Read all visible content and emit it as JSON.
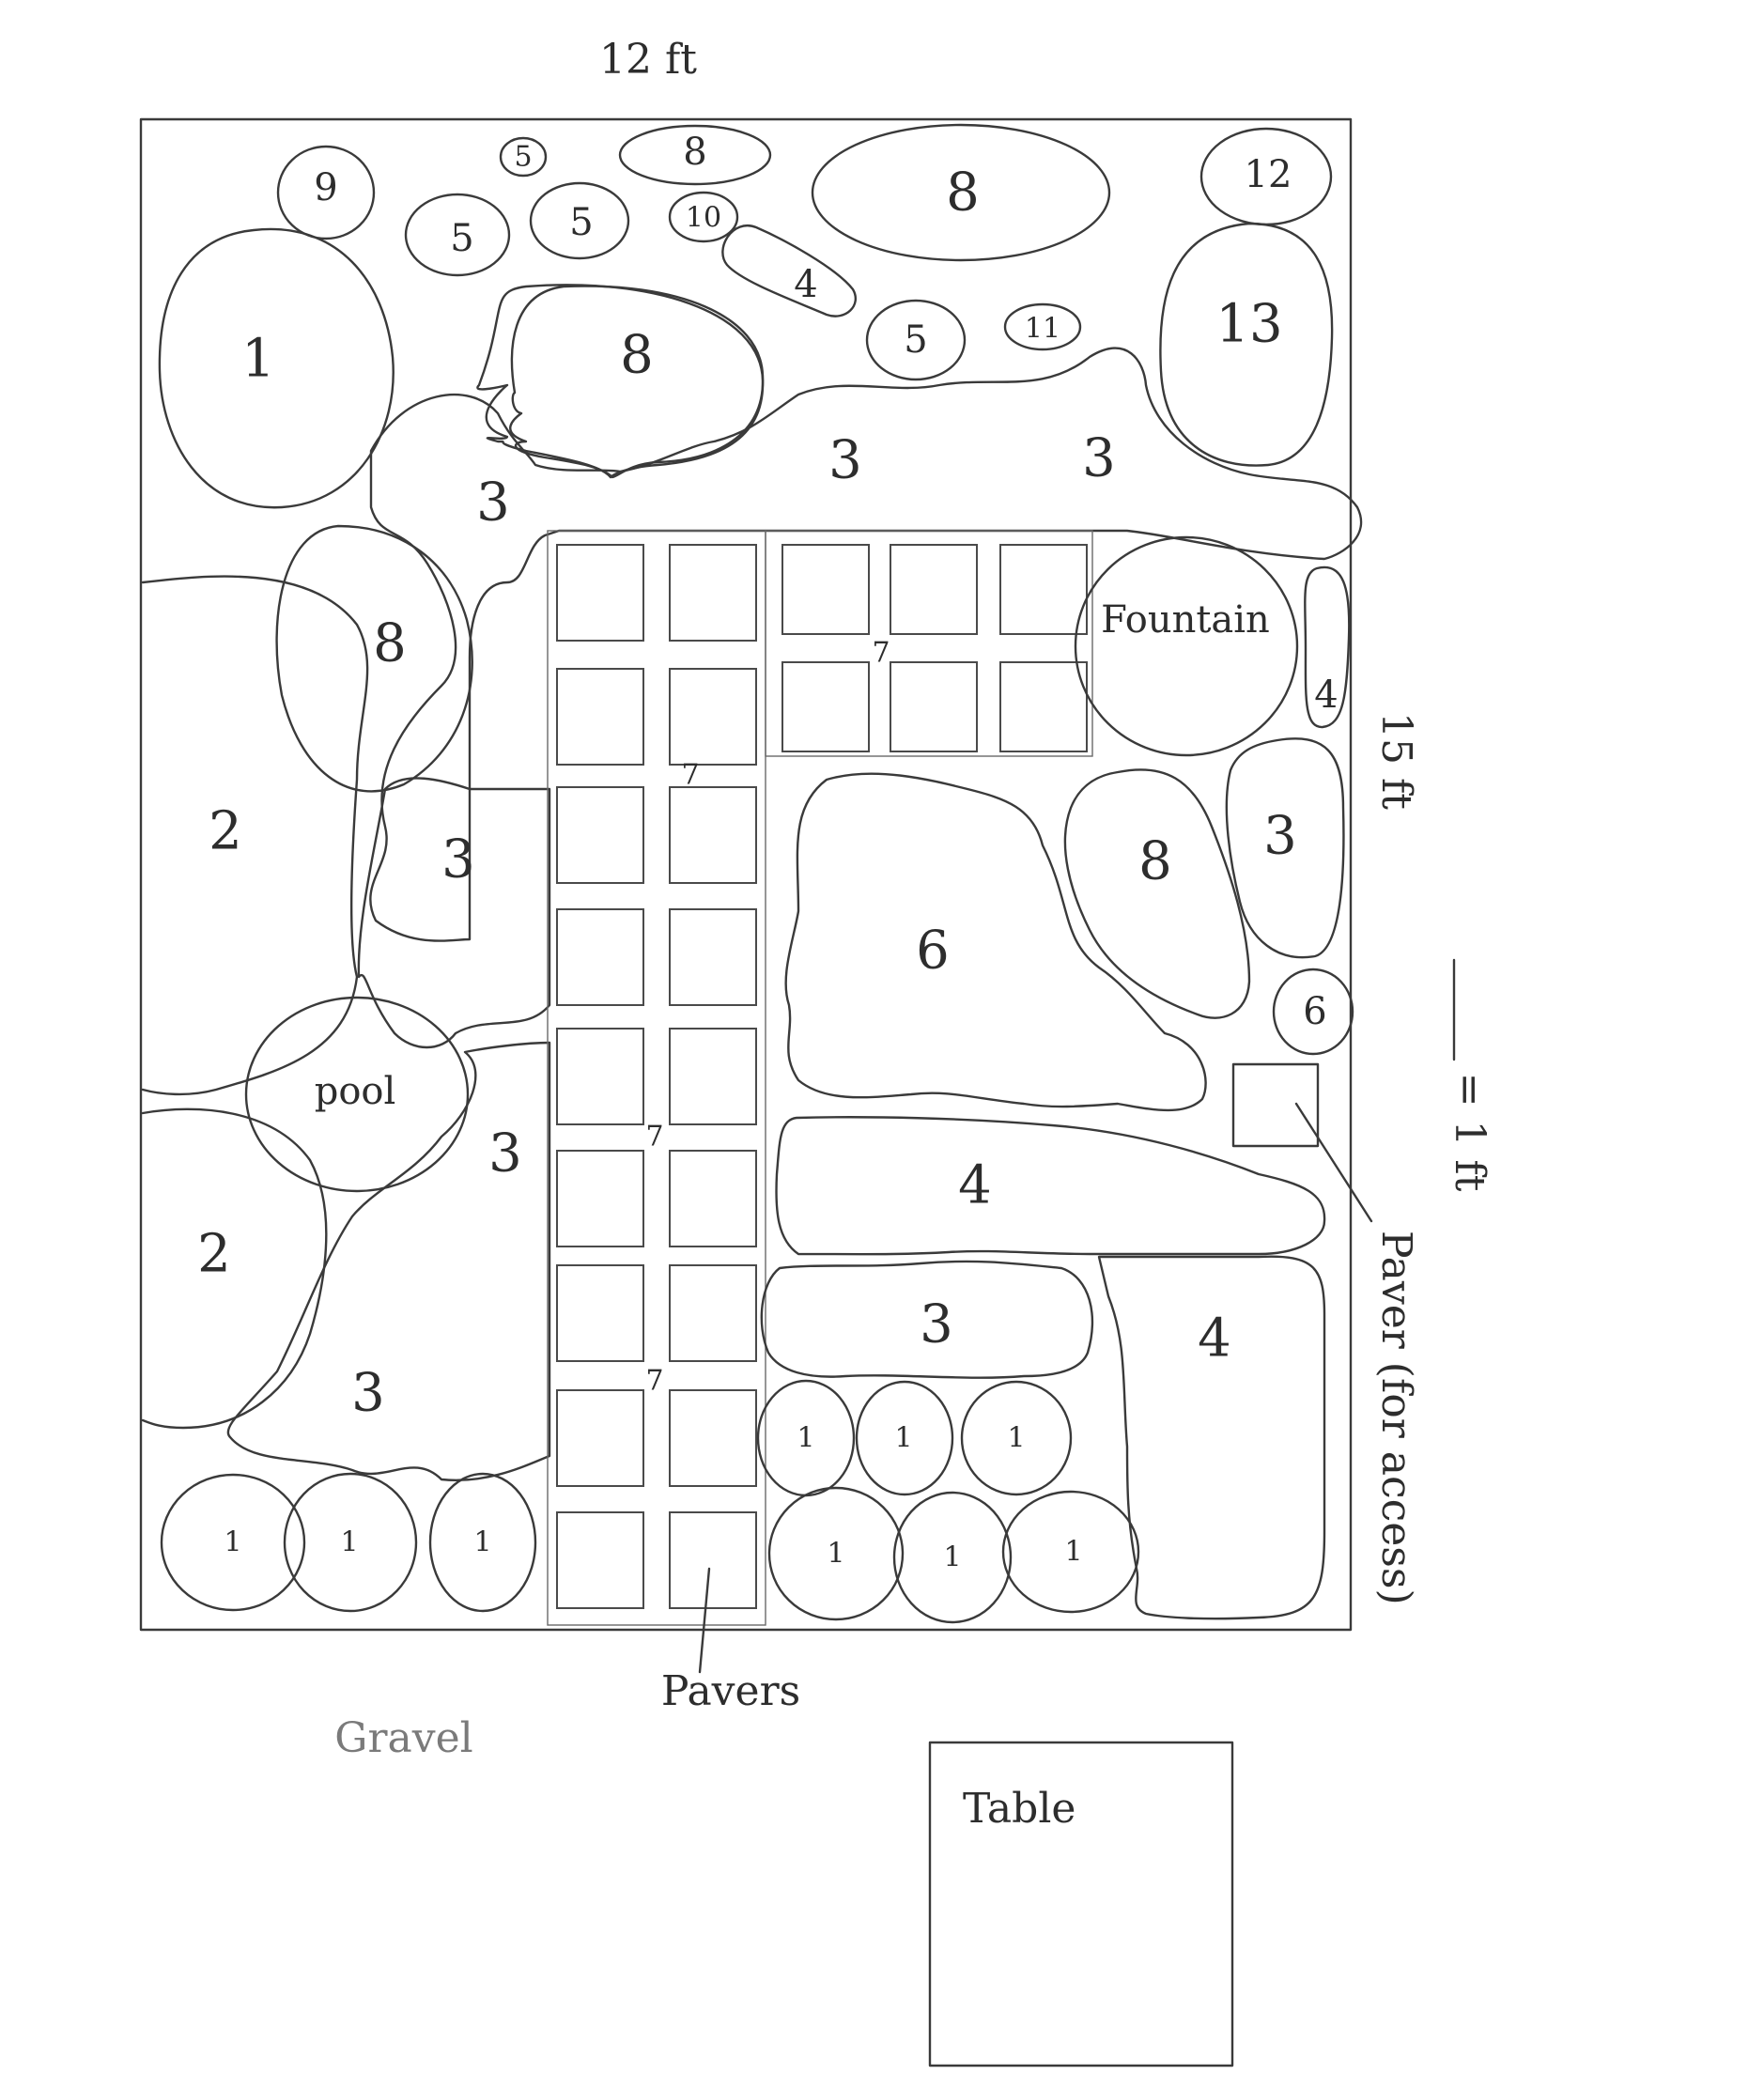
{
  "dimensions": {
    "width_label": "12 ft",
    "height_label": "15 ft",
    "scale_label": "= 1 ft"
  },
  "plants": {
    "p9": "9",
    "p5a": "5",
    "p5b": "5",
    "p5c": "5",
    "p8top": "8",
    "p10": "10",
    "p8big": "8",
    "p12": "12",
    "p1tl": "1",
    "p8mid": "8",
    "p4small": "4",
    "p5d": "5",
    "p11": "11",
    "p13": "13",
    "p3a": "3",
    "p3b": "3",
    "p3c": "3",
    "p8left": "8",
    "p2a": "2",
    "p3left": "3",
    "p3left2": "3",
    "p2b": "2",
    "p3bot": "3",
    "p4right": "4",
    "p6big": "6",
    "p8right": "8",
    "p3right": "3",
    "p6small": "6",
    "p4mid": "4",
    "p4corner": "4",
    "p3center": "3",
    "p1r1": "1",
    "p1r2": "1",
    "p1r3": "1",
    "p1r4": "1",
    "p1r5": "1",
    "p1r6": "1",
    "p1b1": "1",
    "p1b2": "1",
    "p1b3": "1",
    "p7a": "7",
    "p7b": "7",
    "p7c": "7",
    "p7d": "7"
  },
  "features": {
    "fountain": "Fountain",
    "pool": "pool"
  },
  "annotations": {
    "paver_access": "Paver (for access)",
    "pavers": "Pavers",
    "gravel": "Gravel",
    "table": "Table"
  }
}
